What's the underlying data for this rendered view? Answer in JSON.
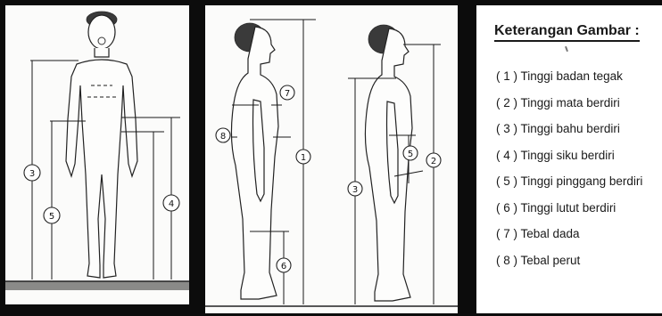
{
  "legend": {
    "title": "Keterangan Gambar   :",
    "items": [
      "( 1 ) Tinggi badan tegak",
      "( 2 ) Tinggi mata berdiri",
      "( 3 ) Tinggi bahu berdiri",
      "( 4 ) Tinggi siku berdiri",
      "( 5 ) Tinggi pinggang berdiri",
      "( 6 ) Tinggi lutut berdiri",
      "( 7 ) Tebal dada",
      "( 8 ) Tebal perut"
    ]
  },
  "front_figure": {
    "markers": [
      "3",
      "5",
      "4"
    ]
  },
  "side_figure": {
    "markers": [
      "7",
      "8",
      "1",
      "6"
    ]
  },
  "side_figure_right": {
    "markers": [
      "3",
      "5",
      "2"
    ]
  }
}
